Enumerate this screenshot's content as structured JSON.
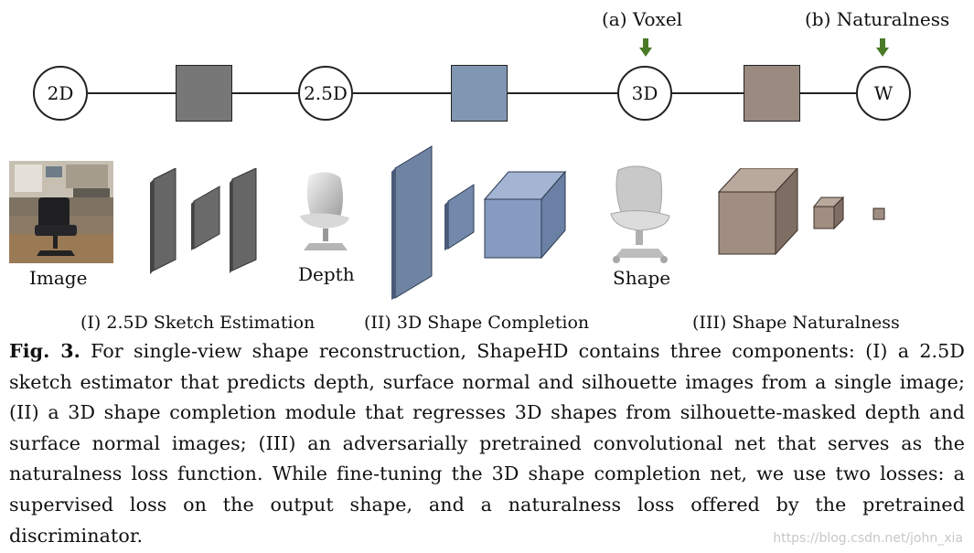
{
  "header": {
    "voxel_label": "(a) Voxel",
    "naturalness_label": "(b) Naturalness"
  },
  "pipeline": {
    "nodes": [
      "2D",
      "2.5D",
      "3D",
      "W"
    ],
    "colors": {
      "block1": "#777777",
      "block2": "#8096b3",
      "block3": "#9a8a80",
      "arrow": "#4a7a28"
    }
  },
  "images": {
    "image_label": "Image",
    "depth_label": "Depth",
    "shape_label": "Shape"
  },
  "stages": {
    "s1": "(I) 2.5D Sketch Estimation",
    "s2": "(II) 3D Shape Completion",
    "s3": "(III) Shape Naturalness"
  },
  "caption": {
    "fig": "Fig. 3.",
    "text": "For single-view shape reconstruction, ShapeHD contains three components: (I) a 2.5D sketch estimator that predicts depth, surface normal and silhouette images from a single image; (II) a 3D shape completion module that regresses 3D shapes from silhouette-masked depth and surface normal images; (III) an adversarially pretrained convolutional net that serves as the naturalness loss function. While fine-tuning the 3D shape completion net, we use two losses: a supervised loss on the output shape, and a naturalness loss offered by the pretrained discriminator."
  },
  "watermark": "https://blog.csdn.net/john_xia"
}
